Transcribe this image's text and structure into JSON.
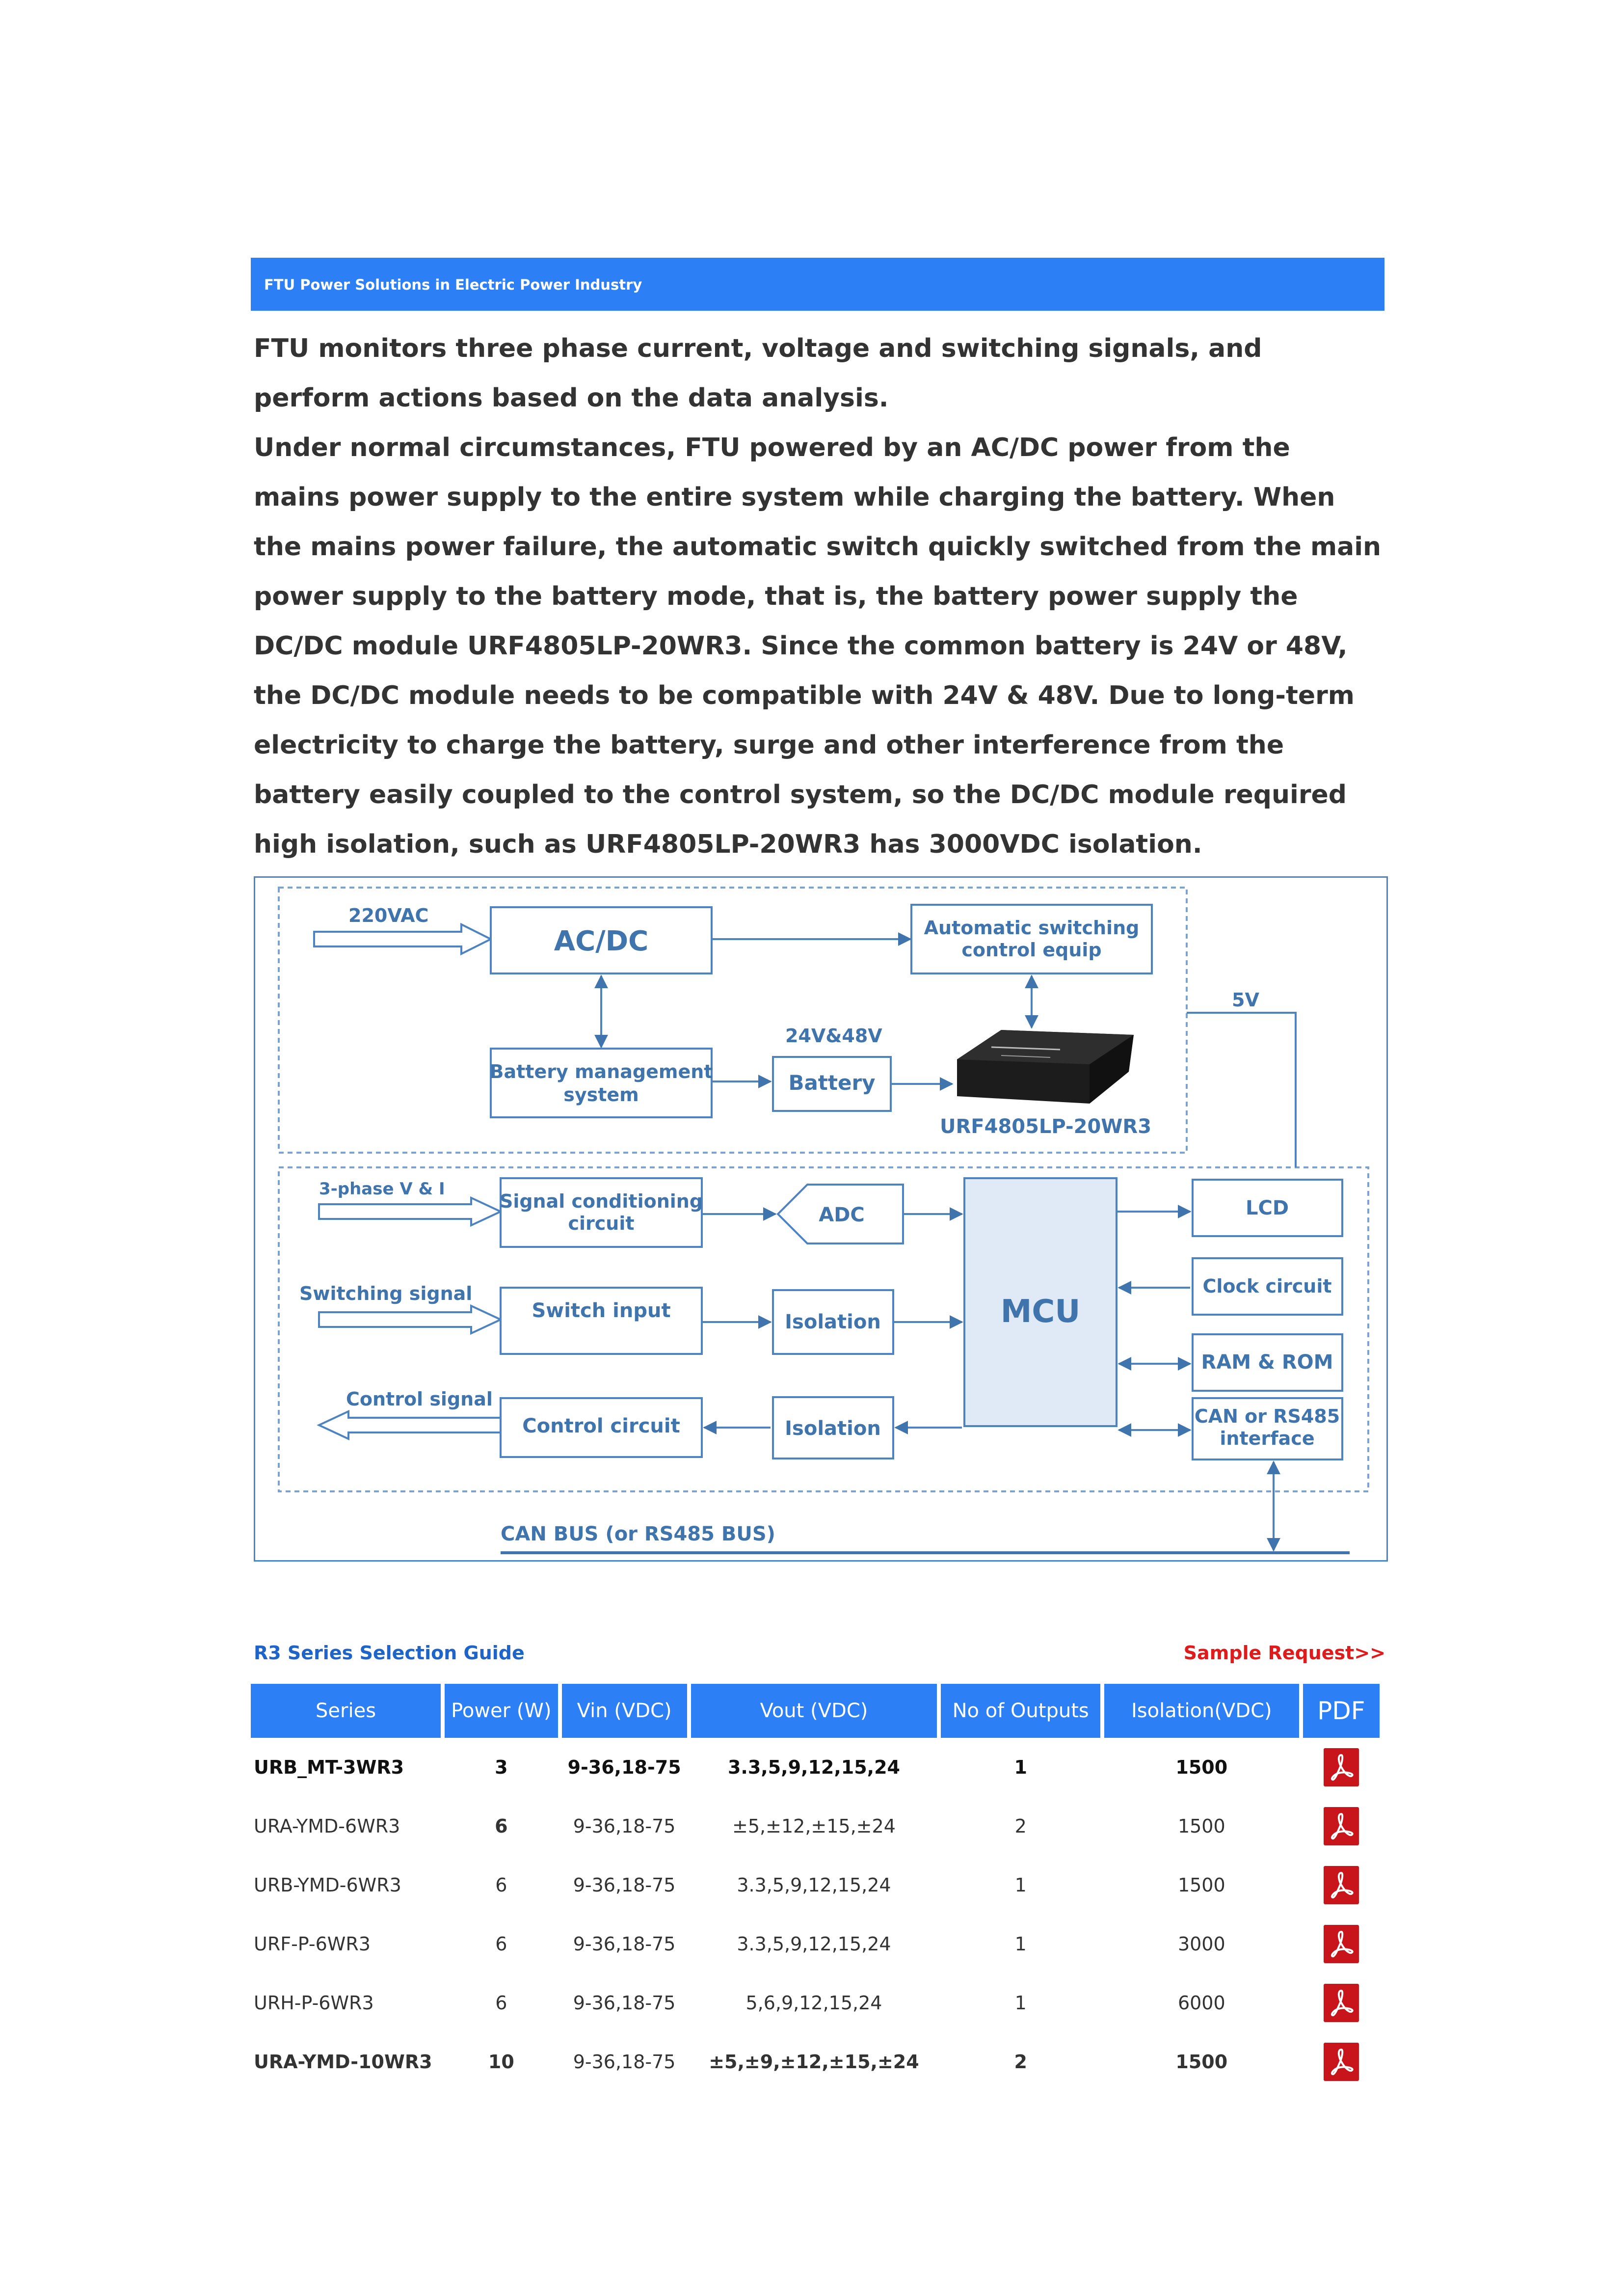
{
  "banner": {
    "title": "FTU Power Solutions in Electric Power Industry"
  },
  "intro": {
    "p1": "FTU monitors three phase current, voltage and switching signals, and perform actions based on the data analysis.",
    "p2": "Under normal circumstances, FTU powered by an AC/DC power from the mains power supply to the entire system while charging the battery. When the mains power failure, the automatic switch quickly switched from the main power supply to the battery mode, that is, the battery power supply the DC/DC module URF4805LP-20WR3. Since the common battery is 24V or 48V, the DC/DC module needs to be compatible with 24V & 48V. Due to long-term electricity to charge the battery, surge and other interference from the battery easily coupled to the control system, so the DC/DC module required high isolation, such as URF4805LP-20WR3 has 3000VDC isolation."
  },
  "diagram": {
    "input_220vac": "220VAC",
    "acdc": "AC/DC",
    "auto_switch_l1": "Automatic switching",
    "auto_switch_l2": "control equip",
    "label_5v": "5V",
    "label_24v48v": "24V&48V",
    "bms_l1": "Battery management",
    "bms_l2": "system",
    "battery": "Battery",
    "module_name": "URF4805LP-20WR3",
    "input_3phase": "3-phase V & I",
    "signal_cond_l1": "Signal conditioning",
    "signal_cond_l2": "circuit",
    "adc": "ADC",
    "mcu": "MCU",
    "lcd": "LCD",
    "switching_signal": "Switching signal",
    "switch_input": "Switch input",
    "isolation": "Isolation",
    "clock": "Clock circuit",
    "ram_rom": "RAM & ROM",
    "control_signal": "Control signal",
    "control_circuit": "Control circuit",
    "can_l1": "CAN or RS485",
    "can_l2": "interface",
    "can_bus": "CAN BUS (or RS485 BUS)"
  },
  "guide": {
    "title": "R3 Series Selection Guide",
    "sample_link": "Sample Request>>",
    "columns": [
      "Series",
      "Power (W)",
      "Vin (VDC)",
      "Vout (VDC)",
      "No of Outputs",
      "Isolation(VDC)",
      "PDF"
    ],
    "rows": [
      {
        "series": "URB_MT-3WR3",
        "power": "3",
        "vin": "9-36,18-75",
        "vout": "3.3,5,9,12,15,24",
        "outputs": "1",
        "isolation": "1500"
      },
      {
        "series": "URA-YMD-6WR3",
        "power": "6",
        "vin": "9-36,18-75",
        "vout": "±5,±12,±15,±24",
        "outputs": "2",
        "isolation": "1500"
      },
      {
        "series": "URB-YMD-6WR3",
        "power": "6",
        "vin": "9-36,18-75",
        "vout": "3.3,5,9,12,15,24",
        "outputs": "1",
        "isolation": "1500"
      },
      {
        "series": "URF-P-6WR3",
        "power": "6",
        "vin": "9-36,18-75",
        "vout": "3.3,5,9,12,15,24",
        "outputs": "1",
        "isolation": "3000"
      },
      {
        "series": "URH-P-6WR3",
        "power": "6",
        "vin": "9-36,18-75",
        "vout": "5,6,9,12,15,24",
        "outputs": "1",
        "isolation": "6000"
      },
      {
        "series": "URA-YMD-10WR3",
        "power": "10",
        "vin": "9-36,18-75",
        "vout": "±5,±9,±12,±15,±24",
        "outputs": "2",
        "isolation": "1500"
      }
    ]
  },
  "colors": {
    "accent": "#2c7ff5",
    "link_red": "#e01b1b",
    "title_blue": "#1f64c8",
    "pdf_red": "#c8141b"
  },
  "icons": {
    "pdf": "pdf-icon"
  }
}
